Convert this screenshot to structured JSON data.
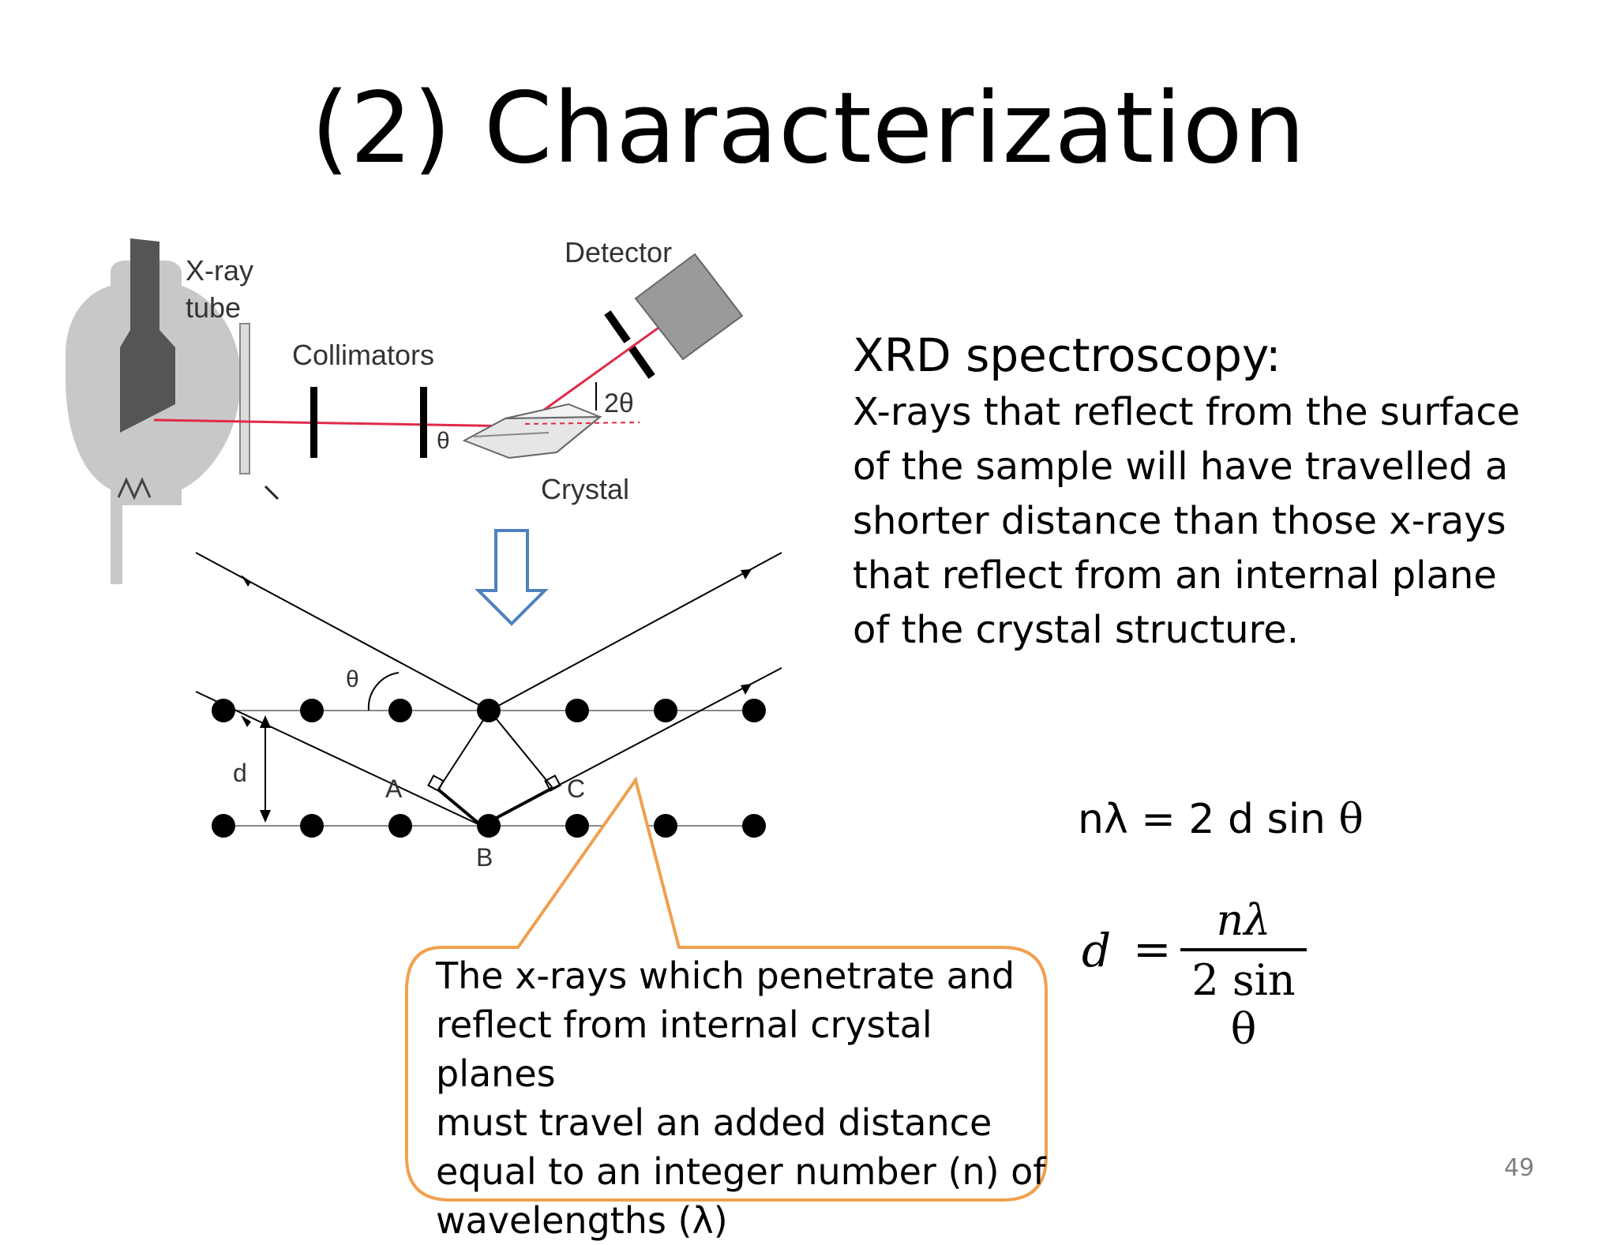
{
  "title": "(2) Characterization",
  "diagram_labels": {
    "xray_tube_line1": "X-ray",
    "xray_tube_line2": "tube",
    "collimators": "Collimators",
    "detector": "Detector",
    "crystal": "Crystal",
    "two_theta": "2θ",
    "theta": "θ",
    "d": "d",
    "point_a": "A",
    "point_b": "B",
    "point_c": "C"
  },
  "xrd": {
    "heading": "XRD spectroscopy:",
    "body": "X-rays that reflect from the surface\nof the sample will have travelled a\nshorter distance than those x-rays\nthat reflect from an internal plane\nof the crystal structure."
  },
  "equation_1": {
    "lhs": "nλ = 2 d sin",
    "theta": "θ"
  },
  "equation_2": {
    "d": "d",
    "equals": "=",
    "numerator": "nλ",
    "denominator": "2 sin θ"
  },
  "callout": "The x-rays which penetrate and\nreflect from internal crystal planes\nmust travel an added distance\nequal to an integer number (n) of\nwavelengths (λ)",
  "slide_number": "49",
  "colors": {
    "beam": "#e0294a",
    "down_arrow": "#4f81bd",
    "callout_border": "#f0a050",
    "tube_gray": "#c8c8c8",
    "detector_gray": "#9a9a9a"
  }
}
